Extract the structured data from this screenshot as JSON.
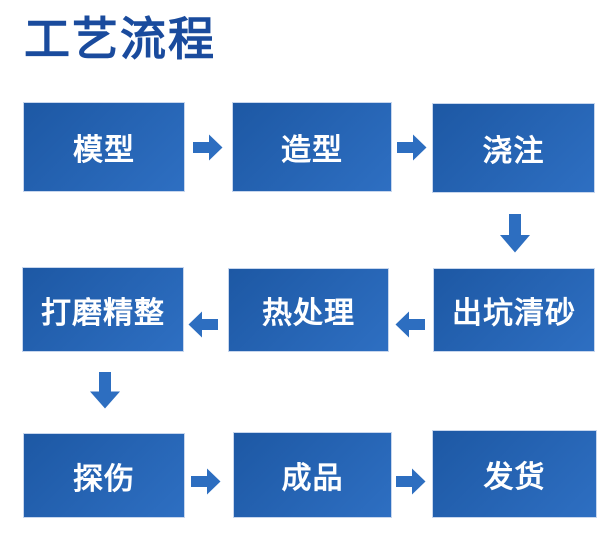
{
  "page": {
    "title": "工艺流程",
    "background": "#FFFFFF"
  },
  "colors": {
    "title_text": "#1A4B9D",
    "box_gradient_start": "#1D58A4",
    "box_gradient_end": "#2E6FC2",
    "box_border": "#C7D6ED",
    "box_text": "#FFFFFF",
    "arrow": "#2D6EC0"
  },
  "flow": {
    "rows": [
      {
        "direction": "right",
        "steps": [
          {
            "label": "模型"
          },
          {
            "label": "造型"
          },
          {
            "label": "浇注"
          }
        ]
      },
      {
        "direction": "left",
        "steps": [
          {
            "label": "打磨精整"
          },
          {
            "label": "热处理"
          },
          {
            "label": "出坑清砂"
          }
        ]
      },
      {
        "direction": "right",
        "steps": [
          {
            "label": "探伤"
          },
          {
            "label": "成品"
          },
          {
            "label": "发货"
          }
        ]
      }
    ],
    "sequence": [
      "模型",
      "造型",
      "浇注",
      "出坑清砂",
      "热处理",
      "打磨精整",
      "探伤",
      "成品",
      "发货"
    ]
  }
}
